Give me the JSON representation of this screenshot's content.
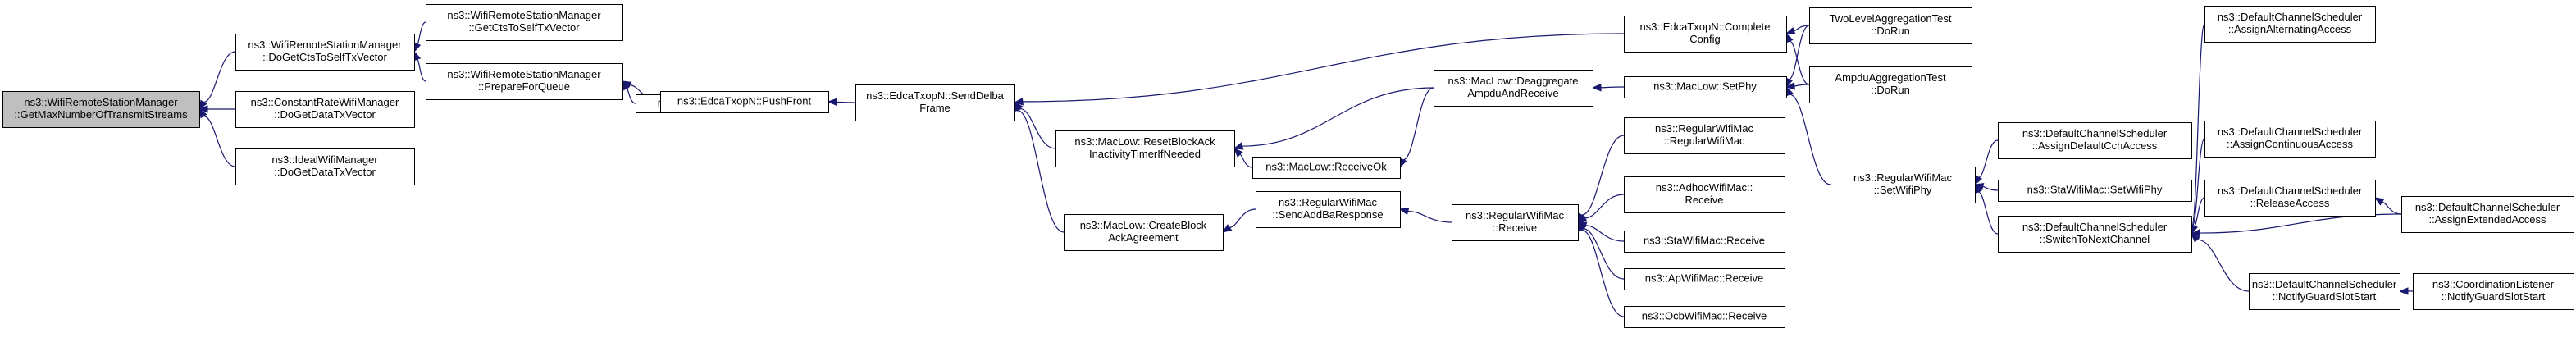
{
  "diagram": {
    "root": "n0",
    "nodes": [
      {
        "id": "n0",
        "lines": [
          "ns3::WifiRemoteStationManager",
          "::GetMaxNumberOfTransmitStreams"
        ]
      },
      {
        "id": "n1",
        "lines": [
          "ns3::WifiRemoteStationManager",
          "::DoGetCtsToSelfTxVector"
        ]
      },
      {
        "id": "n2",
        "lines": [
          "ns3::WifiRemoteStationManager",
          "::GetCtsToSelfTxVector"
        ]
      },
      {
        "id": "n3",
        "lines": [
          "ns3::WifiRemoteStationManager",
          "::PrepareForQueue"
        ]
      },
      {
        "id": "n4",
        "lines": [
          "ns3::DcaTxop::Queue"
        ]
      },
      {
        "id": "n5",
        "lines": [
          "ns3::EdcaTxopN::PushFront"
        ]
      },
      {
        "id": "n6",
        "lines": [
          "ns3::ConstantRateWifiManager",
          "::DoGetDataTxVector"
        ]
      },
      {
        "id": "n7",
        "lines": [
          "ns3::IdealWifiManager",
          "::DoGetDataTxVector"
        ]
      },
      {
        "id": "n8",
        "lines": [
          "ns3::EdcaTxopN::SendDelba",
          "Frame"
        ]
      },
      {
        "id": "n9",
        "lines": [
          "ns3::EdcaTxopN::Complete",
          "Config"
        ]
      },
      {
        "id": "n10",
        "lines": [
          "ns3::MacLow::ResetBlockAck",
          "InactivityTimerIfNeeded"
        ]
      },
      {
        "id": "n11",
        "lines": [
          "ns3::MacLow::CreateBlock",
          "AckAgreement"
        ]
      },
      {
        "id": "n12",
        "lines": [
          "TwoLevelAggregationTest",
          "::DoRun"
        ]
      },
      {
        "id": "n13",
        "lines": [
          "AmpduAggregationTest",
          "::DoRun"
        ]
      },
      {
        "id": "n14",
        "lines": [
          "ns3::MacLow::Deaggregate",
          "AmpduAndReceive"
        ]
      },
      {
        "id": "n15",
        "lines": [
          "ns3::MacLow::ReceiveOk"
        ]
      },
      {
        "id": "n16",
        "lines": [
          "ns3::MacLow::SetPhy"
        ]
      },
      {
        "id": "n17",
        "lines": [
          "ns3::RegularWifiMac",
          "::SendAddBaResponse"
        ]
      },
      {
        "id": "n18",
        "lines": [
          "ns3::RegularWifiMac",
          "::Receive"
        ]
      },
      {
        "id": "n19",
        "lines": [
          "ns3::RegularWifiMac",
          "::RegularWifiMac"
        ]
      },
      {
        "id": "n20",
        "lines": [
          "ns3::AdhocWifiMac::",
          "Receive"
        ]
      },
      {
        "id": "n21",
        "lines": [
          "ns3::StaWifiMac::Receive"
        ]
      },
      {
        "id": "n22",
        "lines": [
          "ns3::ApWifiMac::Receive"
        ]
      },
      {
        "id": "n23",
        "lines": [
          "ns3::OcbWifiMac::Receive"
        ]
      },
      {
        "id": "n24",
        "lines": [
          "ns3::RegularWifiMac",
          "::SetWifiPhy"
        ]
      },
      {
        "id": "n25",
        "lines": [
          "ns3::DefaultChannelScheduler",
          "::AssignDefaultCchAccess"
        ]
      },
      {
        "id": "n26",
        "lines": [
          "ns3::StaWifiMac::SetWifiPhy"
        ]
      },
      {
        "id": "n27",
        "lines": [
          "ns3::DefaultChannelScheduler",
          "::SwitchToNextChannel"
        ]
      },
      {
        "id": "n28",
        "lines": [
          "ns3::DefaultChannelScheduler",
          "::AssignAlternatingAccess"
        ]
      },
      {
        "id": "n29",
        "lines": [
          "ns3::DefaultChannelScheduler",
          "::AssignContinuousAccess"
        ]
      },
      {
        "id": "n30",
        "lines": [
          "ns3::DefaultChannelScheduler",
          "::ReleaseAccess"
        ]
      },
      {
        "id": "n31",
        "lines": [
          "ns3::DefaultChannelScheduler",
          "::AssignExtendedAccess"
        ]
      },
      {
        "id": "n32",
        "lines": [
          "ns3::DefaultChannelScheduler",
          "::NotifyGuardSlotStart"
        ]
      },
      {
        "id": "n33",
        "lines": [
          "ns3::CoordinationListener",
          "::NotifyGuardSlotStart"
        ]
      }
    ],
    "edges": [
      {
        "from": "n1",
        "to": "n0"
      },
      {
        "from": "n6",
        "to": "n0"
      },
      {
        "from": "n7",
        "to": "n0"
      },
      {
        "from": "n2",
        "to": "n1"
      },
      {
        "from": "n3",
        "to": "n1"
      },
      {
        "from": "n4",
        "to": "n3"
      },
      {
        "from": "n5",
        "to": "n3"
      },
      {
        "from": "n8",
        "to": "n5"
      },
      {
        "from": "n9",
        "to": "n8"
      },
      {
        "from": "n10",
        "to": "n8"
      },
      {
        "from": "n11",
        "to": "n8"
      },
      {
        "from": "n12",
        "to": "n9"
      },
      {
        "from": "n13",
        "to": "n9"
      },
      {
        "from": "n14",
        "to": "n10"
      },
      {
        "from": "n15",
        "to": "n10"
      },
      {
        "from": "n14",
        "to": "n15"
      },
      {
        "from": "n16",
        "to": "n14"
      },
      {
        "from": "n12",
        "to": "n16"
      },
      {
        "from": "n13",
        "to": "n16"
      },
      {
        "from": "n24",
        "to": "n16"
      },
      {
        "from": "n17",
        "to": "n11"
      },
      {
        "from": "n18",
        "to": "n17"
      },
      {
        "from": "n19",
        "to": "n18"
      },
      {
        "from": "n20",
        "to": "n18"
      },
      {
        "from": "n21",
        "to": "n18"
      },
      {
        "from": "n22",
        "to": "n18"
      },
      {
        "from": "n23",
        "to": "n18"
      },
      {
        "from": "n25",
        "to": "n24"
      },
      {
        "from": "n26",
        "to": "n24"
      },
      {
        "from": "n27",
        "to": "n24"
      },
      {
        "from": "n28",
        "to": "n27"
      },
      {
        "from": "n29",
        "to": "n27"
      },
      {
        "from": "n30",
        "to": "n27"
      },
      {
        "from": "n31",
        "to": "n27"
      },
      {
        "from": "n32",
        "to": "n27"
      },
      {
        "from": "n31",
        "to": "n30"
      },
      {
        "from": "n33",
        "to": "n32"
      }
    ],
    "colors": {
      "edge": "#191970",
      "root_fill": "#bfbfbf",
      "node_fill": "#ffffff",
      "node_border": "#000000"
    }
  }
}
